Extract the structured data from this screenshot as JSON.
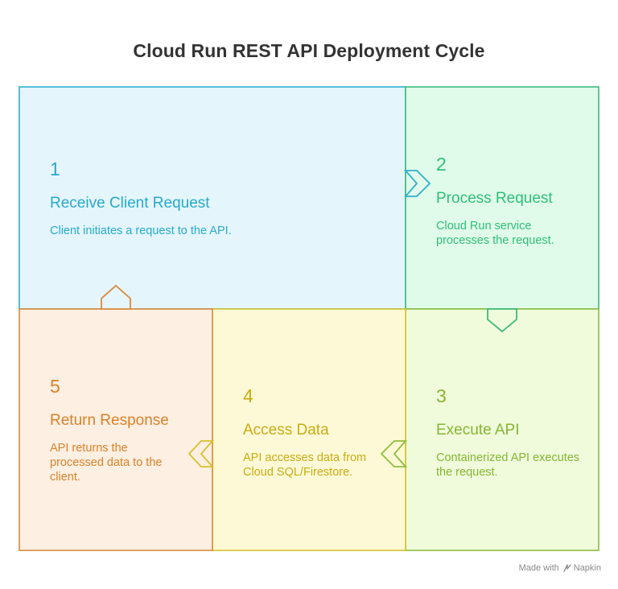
{
  "title": "Cloud Run REST API Deployment Cycle",
  "steps": [
    {
      "number": "1",
      "heading": "Receive Client Request",
      "description": "Client initiates a request to the API.",
      "color": "#27a9cc",
      "fill": "#e4f6fc",
      "stroke": "#2fb0cc"
    },
    {
      "number": "2",
      "heading": "Process Request",
      "description": "Cloud Run service processes the request.",
      "color": "#2fbf77",
      "fill": "#e0fbea",
      "stroke": "#3cbb7a"
    },
    {
      "number": "3",
      "heading": "Execute API",
      "description": "Containerized API executes the request.",
      "color": "#86b531",
      "fill": "#f0fbdc",
      "stroke": "#8cbf3c"
    },
    {
      "number": "4",
      "heading": "Access Data",
      "description": "API accesses data from Cloud SQL/Firestore.",
      "color": "#c9ab13",
      "fill": "#fdf9d6",
      "stroke": "#d6c22c"
    },
    {
      "number": "5",
      "heading": "Return Response",
      "description": "API returns the processed data to the client.",
      "color": "#d9822b",
      "fill": "#fdefe1",
      "stroke": "#d98a3c"
    }
  ],
  "watermark": {
    "prefix": "Made with",
    "brand": "Napkin"
  }
}
